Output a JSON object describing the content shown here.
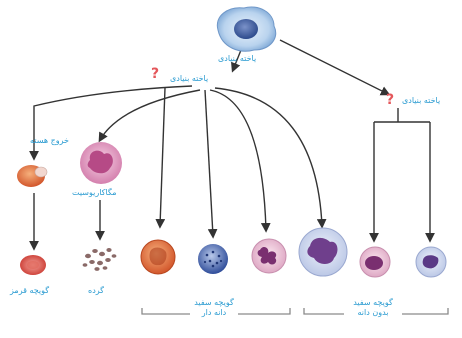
{
  "labels": {
    "stem_top": "یاخته بنیادی",
    "stem_mid": "یاخته بنیادی",
    "stem_right": "یاخته بنیادی",
    "nucleus_exit": "خروج هسته",
    "megakaryocyte": "مگاکاریوسیت",
    "red_blood_cell": "گویچه قرمز",
    "platelets": "گرده",
    "granular_wbc": "گویچه سفید دانه دار",
    "agranular_wbc": "گویچه سفید بدون دانه"
  },
  "question_mark": "?",
  "colors": {
    "label": "#2a9bd1",
    "question": "#e4575b",
    "line": "#333333",
    "bracket": "#8a8a8a"
  }
}
